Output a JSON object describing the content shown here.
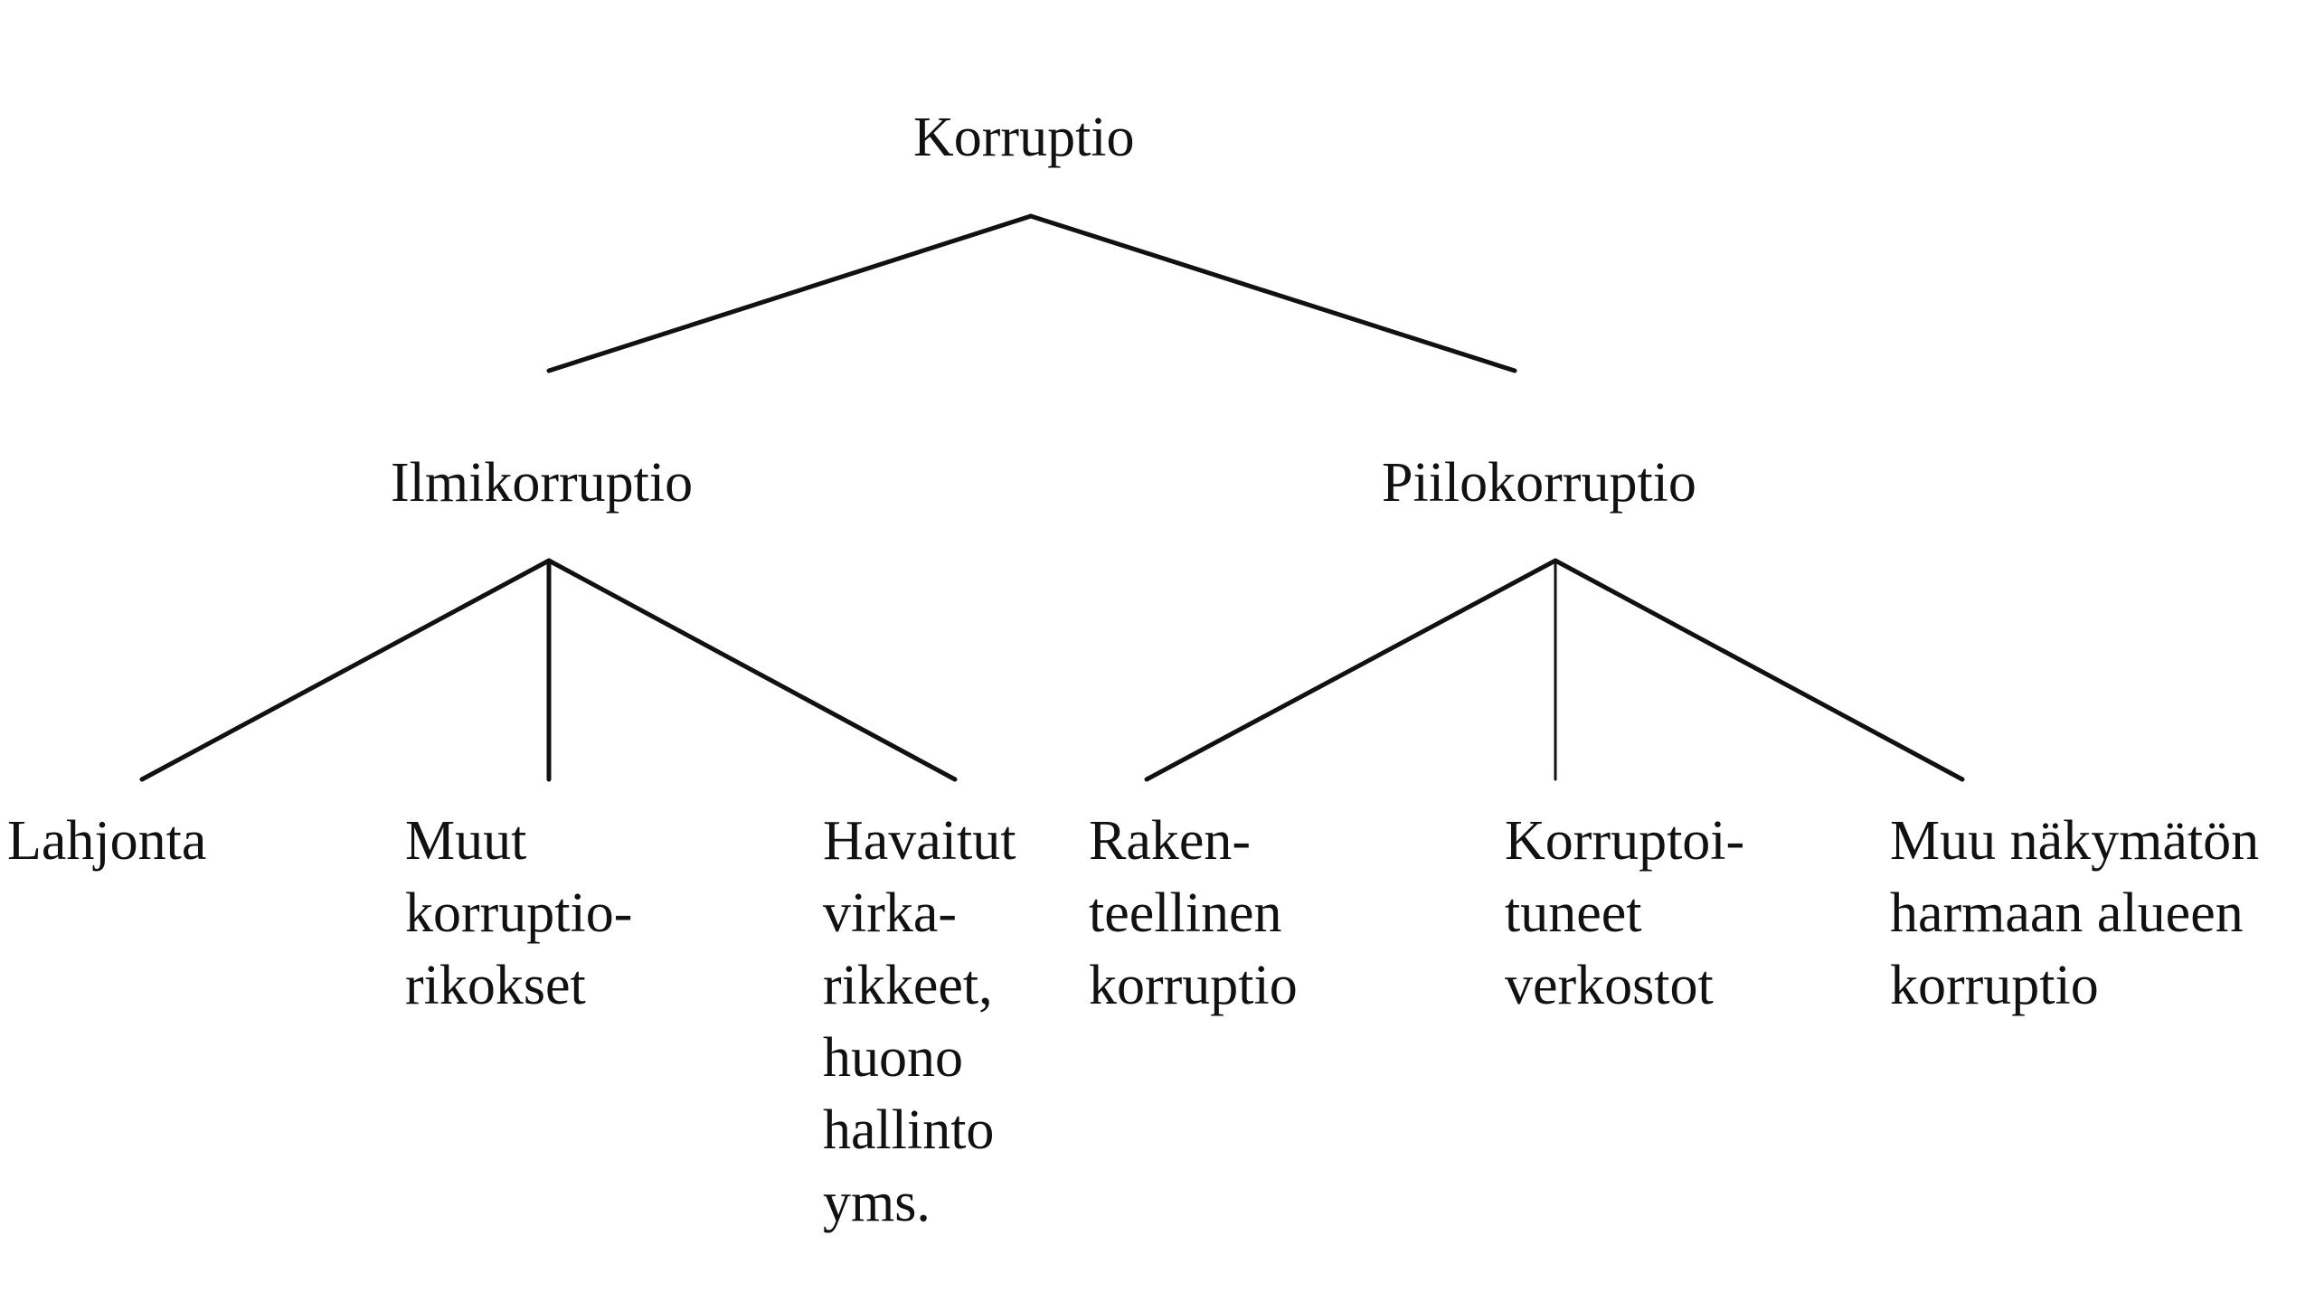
{
  "root": {
    "label": "Korruptio"
  },
  "branches": [
    {
      "label": "Ilmikorruptio",
      "children": [
        {
          "lines": [
            "Lahjonta"
          ]
        },
        {
          "lines": [
            "Muut",
            "korruptio-",
            "rikokset"
          ]
        },
        {
          "lines": [
            "Havaitut",
            "virka-",
            "rikkeet,",
            "huono",
            "hallinto",
            "yms."
          ]
        }
      ]
    },
    {
      "label": "Piilokorruptio",
      "children": [
        {
          "lines": [
            "Raken-",
            "teellinen",
            "korruptio"
          ]
        },
        {
          "lines": [
            "Korruptoi-",
            "tuneet",
            "verkostot"
          ]
        },
        {
          "lines": [
            "Muu näkymätön",
            "harmaan alueen",
            "korruptio"
          ]
        }
      ]
    }
  ]
}
